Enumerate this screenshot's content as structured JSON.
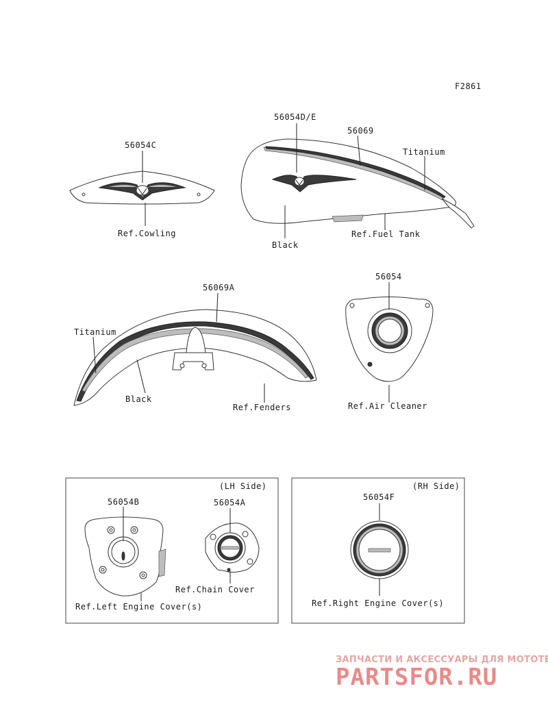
{
  "figure_id": "F2861",
  "parts": {
    "cowling_emblem": {
      "part_no": "56054C",
      "ref": "Ref.Cowling"
    },
    "tank_emblem": {
      "part_no": "56054D/E"
    },
    "tank_stripe": {
      "part_no": "56069",
      "color_label": "Titanium"
    },
    "tank": {
      "color_label": "Black",
      "ref": "Ref.Fuel Tank"
    },
    "fender_stripe": {
      "part_no": "56069A",
      "color_label": "Titanium"
    },
    "fender": {
      "color_label": "Black",
      "ref": "Ref.Fenders"
    },
    "air_cleaner_emblem": {
      "part_no": "56054",
      "ref": "Ref.Air Cleaner"
    }
  },
  "lh_box": {
    "title": "(LH Side)",
    "left_engine_emblem": {
      "part_no": "56054B",
      "ref": "Ref.Left Engine Cover(s)"
    },
    "chain_cover_emblem": {
      "part_no": "56054A",
      "ref": "Ref.Chain Cover"
    }
  },
  "rh_box": {
    "title": "(RH Side)",
    "right_engine_emblem": {
      "part_no": "56054F",
      "ref": "Ref.Right Engine Cover(s)"
    }
  },
  "watermark": {
    "tagline": "ЗАПЧАСТИ И АКСЕССУАРЫ ДЛЯ МОТОТЕХНИКИ",
    "brand": "PARTSFOR.RU",
    "color": "#e98a8a"
  }
}
